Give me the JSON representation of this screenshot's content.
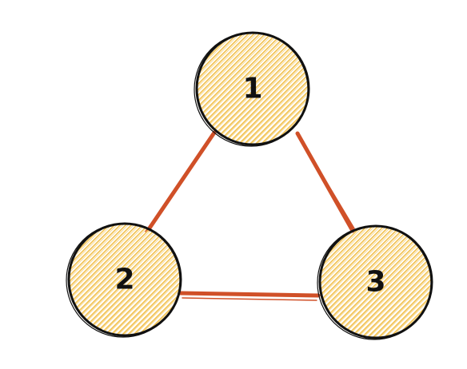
{
  "diagram": {
    "type": "graph",
    "nodes": [
      {
        "id": "1",
        "label": "1"
      },
      {
        "id": "2",
        "label": "2"
      },
      {
        "id": "3",
        "label": "3"
      }
    ],
    "edges": [
      {
        "from": "1",
        "to": "2"
      },
      {
        "from": "1",
        "to": "3"
      },
      {
        "from": "2",
        "to": "3"
      }
    ]
  },
  "colors": {
    "node_fill_hatch": "#f2c14e",
    "node_outline": "#111111",
    "edge": "#d05028",
    "background": "#ffffff"
  }
}
